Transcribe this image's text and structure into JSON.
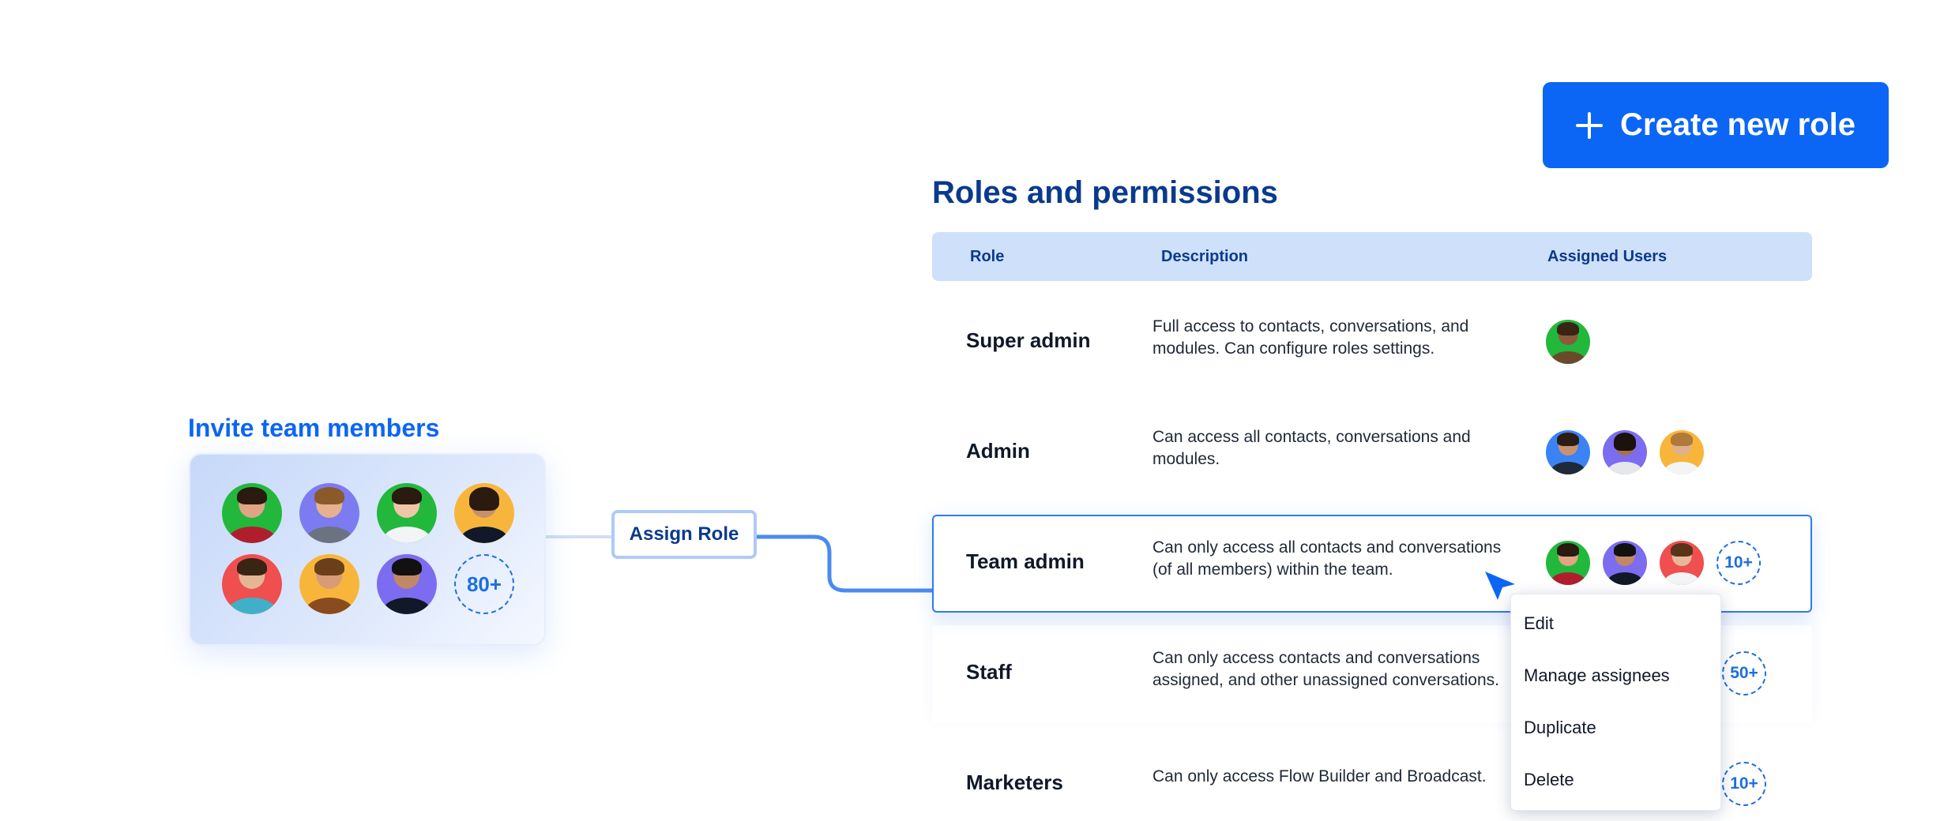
{
  "header": {
    "create_button_label": "Create new role",
    "title": "Roles and permissions"
  },
  "table": {
    "columns": [
      "Role",
      "Description",
      "Assigned Users"
    ],
    "rows": [
      {
        "role": "Super admin",
        "description": "Full access to contacts, conversations, and modules. Can configure roles settings.",
        "avatars": [
          "#22b83c"
        ],
        "count": ""
      },
      {
        "role": "Admin",
        "description": "Can access all contacts, conversations and modules.",
        "avatars": [
          "#3b82f6",
          "#7c6cf0",
          "#f7b63b"
        ],
        "count": ""
      },
      {
        "role": "Team admin",
        "description": "Can only access all contacts and conversations (of all members) within the team.",
        "avatars": [
          "#22b83c",
          "#7c6cf0",
          "#ef4f4f"
        ],
        "count": "10+"
      },
      {
        "role": "Staff",
        "description": "Can only access contacts and conversations assigned, and other unassigned conversations.",
        "avatars": [],
        "count": "50+"
      },
      {
        "role": "Marketers",
        "description": "Can only access Flow Builder and Broadcast.",
        "avatars": [],
        "count": "10+"
      }
    ]
  },
  "context_menu": {
    "items": [
      "Edit",
      "Manage assignees",
      "Duplicate",
      "Delete"
    ]
  },
  "invite": {
    "title": "Invite team members",
    "avatar_colors": [
      "#22b83c",
      "#7c7cf0",
      "#22b83c",
      "#f7b63b",
      "#ef4f4f",
      "#f7b63b",
      "#7c6cf0"
    ],
    "count": "80+"
  },
  "assign_button_label": "Assign Role",
  "colors": {
    "accent": "#0b66f5",
    "title": "#0a3a8c",
    "header_bg": "#cfe0fb"
  },
  "icons": [
    "plus-icon",
    "cursor-arrow-icon"
  ]
}
